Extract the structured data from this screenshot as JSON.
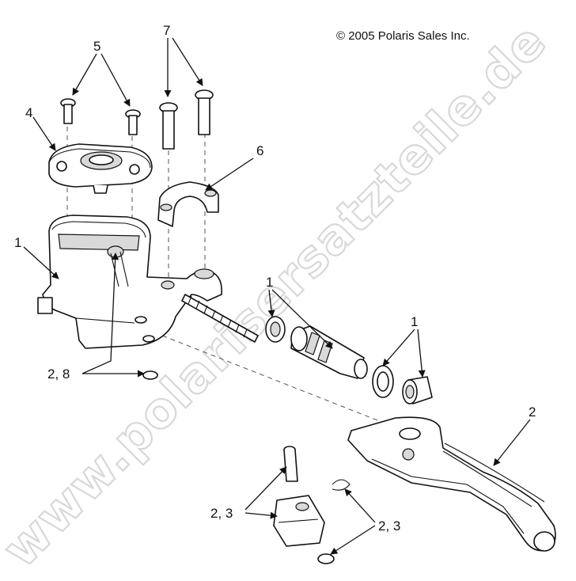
{
  "copyright": "© 2005 Polaris Sales Inc.",
  "watermark": "www.polarisersatzteile.de",
  "callouts": [
    {
      "id": "c5",
      "text": "5"
    },
    {
      "id": "c7",
      "text": "7"
    },
    {
      "id": "c4",
      "text": "4"
    },
    {
      "id": "c6",
      "text": "6"
    },
    {
      "id": "c1a",
      "text": "1"
    },
    {
      "id": "c1b",
      "text": "1"
    },
    {
      "id": "c1c",
      "text": "1"
    },
    {
      "id": "c28",
      "text": "2, 8"
    },
    {
      "id": "c2",
      "text": "2"
    },
    {
      "id": "c23a",
      "text": "2, 3"
    },
    {
      "id": "c23b",
      "text": "2, 3"
    }
  ]
}
